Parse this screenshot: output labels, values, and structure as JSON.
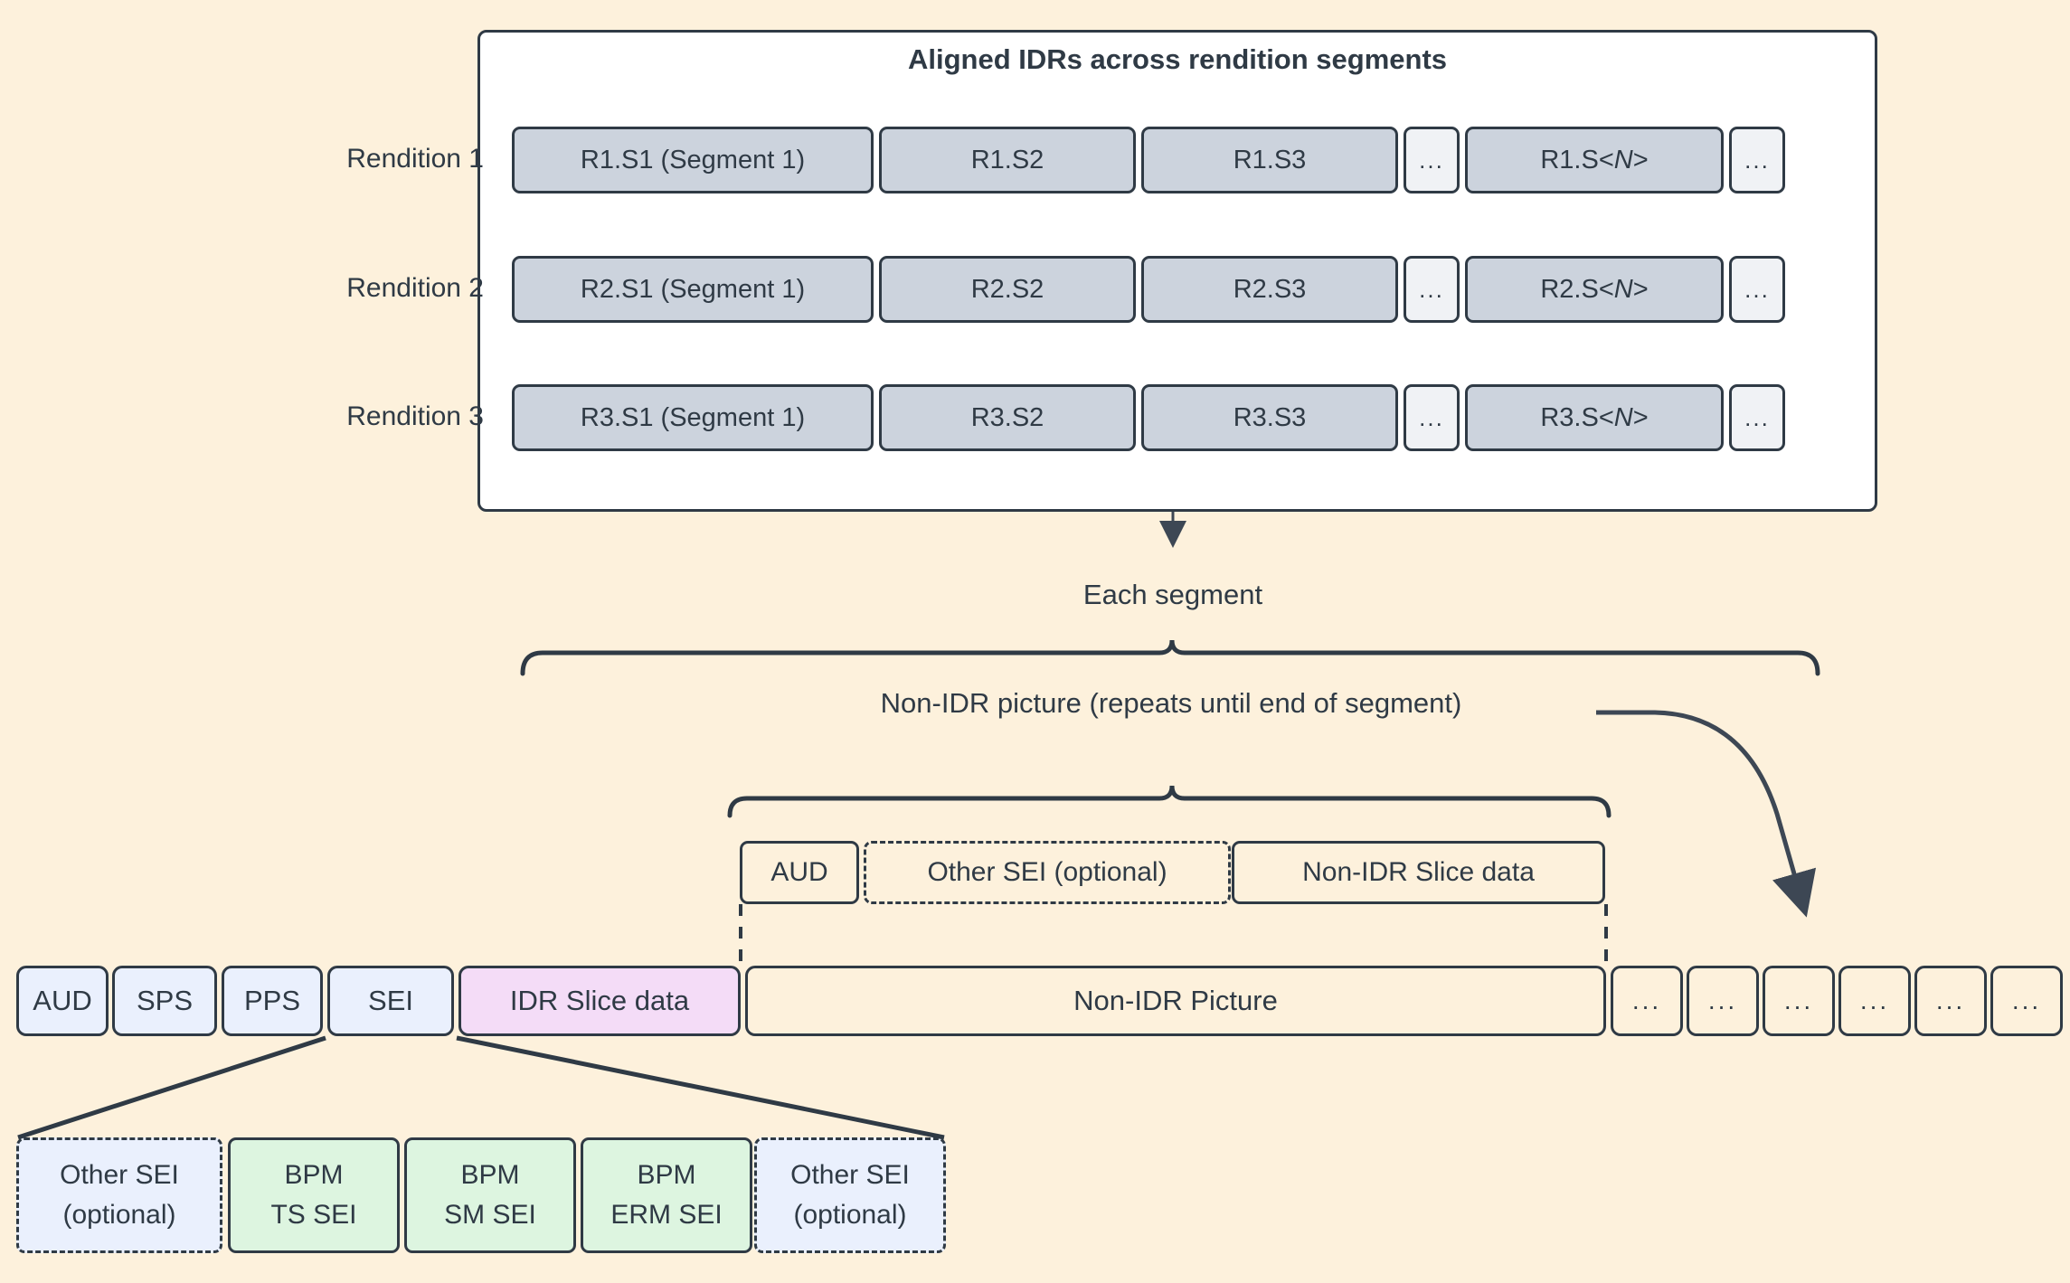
{
  "background_color": "#fdf1dc",
  "accent_line_color": "#2f3a45",
  "aligned_panel": {
    "title": "Aligned IDRs across rendition segments",
    "panel_background": "#ffffff",
    "segment_fill": "#ccd3dd",
    "ellipsis_fill": "#f0f2f5",
    "rows": [
      {
        "label": "Rendition 1",
        "cells": [
          {
            "text": "R1.S1 (Segment 1)",
            "kind": "segment"
          },
          {
            "text": "R1.S2",
            "kind": "segment"
          },
          {
            "text": "R1.S3",
            "kind": "segment"
          },
          {
            "text": "...",
            "kind": "ellipsis"
          },
          {
            "text": "R1.S<N>",
            "kind": "segment-italic-n"
          },
          {
            "text": "...",
            "kind": "ellipsis"
          }
        ]
      },
      {
        "label": "Rendition 2",
        "cells": [
          {
            "text": "R2.S1 (Segment 1)",
            "kind": "segment"
          },
          {
            "text": "R2.S2",
            "kind": "segment"
          },
          {
            "text": "R2.S3",
            "kind": "segment"
          },
          {
            "text": "...",
            "kind": "ellipsis"
          },
          {
            "text": "R2.S<N>",
            "kind": "segment-italic-n"
          },
          {
            "text": "...",
            "kind": "ellipsis"
          }
        ]
      },
      {
        "label": "Rendition 3",
        "cells": [
          {
            "text": "R3.S1 (Segment 1)",
            "kind": "segment"
          },
          {
            "text": "R3.S2",
            "kind": "segment"
          },
          {
            "text": "R3.S3",
            "kind": "segment"
          },
          {
            "text": "...",
            "kind": "ellipsis"
          },
          {
            "text": "R3.S<N>",
            "kind": "segment-italic-n"
          },
          {
            "text": "...",
            "kind": "ellipsis"
          }
        ]
      }
    ]
  },
  "each_segment_label": "Each segment",
  "nonidr_repeat_label": "Non-IDR picture (repeats until end of segment)",
  "nonidr_detail_row": [
    {
      "text": "AUD",
      "style": "solid"
    },
    {
      "text": "Other SEI (optional)",
      "style": "dashed"
    },
    {
      "text": "Non-IDR Slice data",
      "style": "solid"
    }
  ],
  "main_stream_row": [
    {
      "text": "AUD",
      "fill": "blue"
    },
    {
      "text": "SPS",
      "fill": "blue"
    },
    {
      "text": "PPS",
      "fill": "blue"
    },
    {
      "text": "SEI",
      "fill": "blue"
    },
    {
      "text": "IDR Slice data",
      "fill": "purple"
    },
    {
      "text": "Non-IDR Picture",
      "fill": "plain"
    },
    {
      "text": "...",
      "fill": "plain"
    },
    {
      "text": "...",
      "fill": "plain"
    },
    {
      "text": "...",
      "fill": "plain"
    },
    {
      "text": "...",
      "fill": "plain"
    },
    {
      "text": "...",
      "fill": "plain"
    },
    {
      "text": "...",
      "fill": "plain"
    }
  ],
  "sei_breakdown_row": [
    {
      "line1": "Other SEI",
      "line2": "(optional)",
      "fill": "blue",
      "style": "dashed"
    },
    {
      "line1": "BPM",
      "line2": "TS SEI",
      "fill": "green",
      "style": "solid"
    },
    {
      "line1": "BPM",
      "line2": "SM SEI",
      "fill": "green",
      "style": "solid"
    },
    {
      "line1": "BPM",
      "line2": "ERM SEI",
      "fill": "green",
      "style": "solid"
    },
    {
      "line1": "Other SEI",
      "line2": "(optional)",
      "fill": "blue",
      "style": "dashed"
    }
  ],
  "colors": {
    "blue_fill": "#eaf0fd",
    "purple_fill": "#f4dcf7",
    "green_fill": "#ddf5e0",
    "gray_fill": "#ccd3dd"
  }
}
